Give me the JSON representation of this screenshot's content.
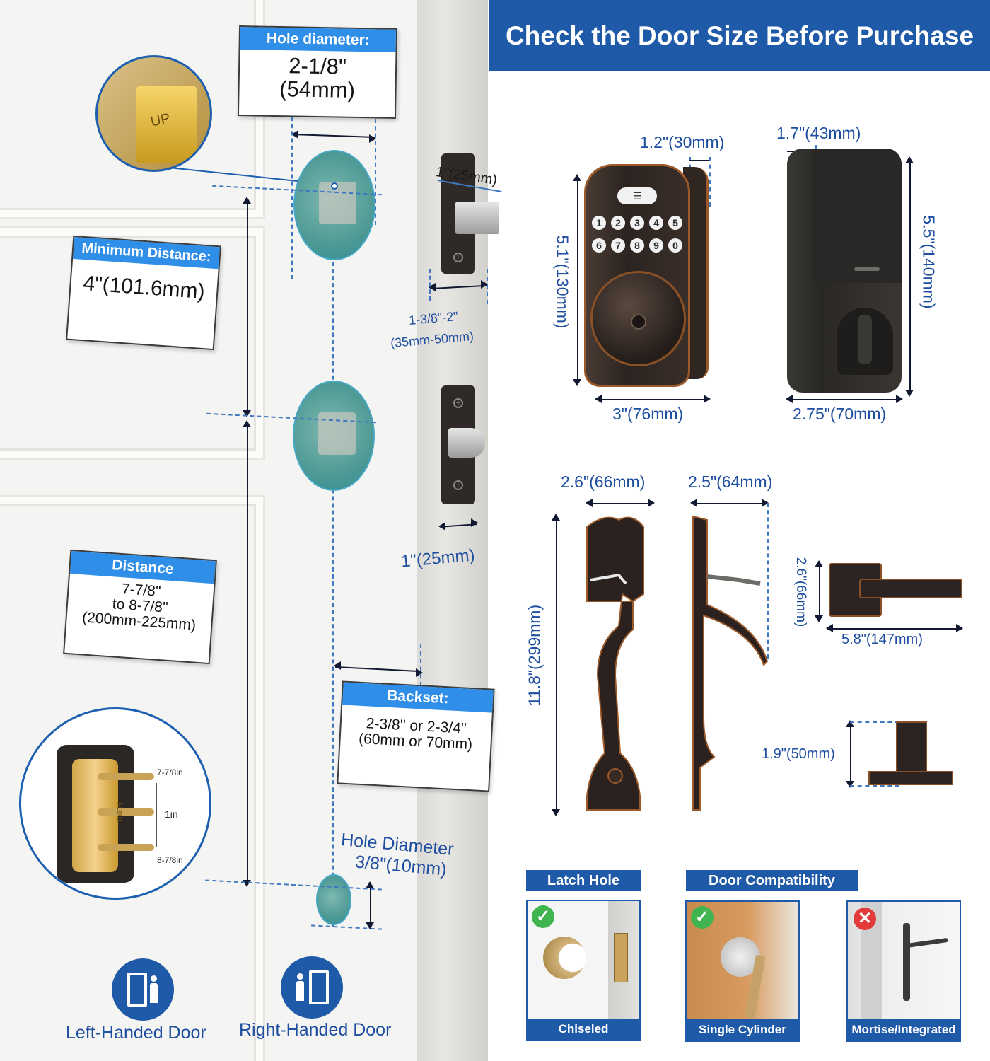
{
  "header": {
    "title": "Check the Door Size Before Purchase"
  },
  "door_diagram": {
    "hole_diameter": {
      "label": "Hole diameter:",
      "value_imperial": "2-1/8\"",
      "value_metric": "(54mm)"
    },
    "minimum_distance": {
      "label": "Minimum Distance:",
      "value": "4\"(101.6mm)"
    },
    "distance": {
      "label": "Distance",
      "line1": "7-7/8\"",
      "line2": "to 8-7/8\"",
      "line3": "(200mm-225mm)"
    },
    "backset": {
      "label": "Backset:",
      "line1": "2-3/8'' or 2-3/4''",
      "line2": "(60mm or 70mm)"
    },
    "strike_width": "1\"(25mm)",
    "door_thickness_1": "1-3/8\"-2\"",
    "door_thickness_2": "(35mm-50mm)",
    "latch_width": "1\"(25mm)",
    "small_hole": {
      "line1": "Hole Diameter",
      "line2": "3/8\"(10mm)"
    },
    "zoom_up_text": "UP",
    "screw_zoom": {
      "top": "7-7/8in",
      "middle": "1in",
      "bottom": "8-7/8in",
      "part": "RE001"
    },
    "left_handed": "Left-Handed Door",
    "right_handed": "Right-Handed Door"
  },
  "keypad_dims": {
    "depth": "1.2\"(30mm)",
    "height": "5.1\"(130mm)",
    "width": "3\"(76mm)",
    "keys": [
      "1",
      "2",
      "3",
      "4",
      "5",
      "6",
      "7",
      "8",
      "9",
      "0"
    ]
  },
  "interior_dims": {
    "depth": "1.7\"(43mm)",
    "height": "5.5\"(140mm)",
    "width": "2.75\"(70mm)"
  },
  "handle_dims": {
    "front_width": "2.6\"(66mm)",
    "side_width": "2.5\"(64mm)",
    "height": "11.8\"(299mm)",
    "lever_height": "2.6\"(66mm)",
    "lever_length": "5.8\"(147mm)",
    "lever_projection": "1.9\"(50mm)"
  },
  "compatibility": {
    "latch_hole_title": "Latch Hole",
    "door_title": "Door Compatibility",
    "chiseled": "Chiseled",
    "single_cylinder": "Single Cylinder",
    "mortise": "Mortise/Integrated"
  },
  "colors": {
    "brand_blue": "#1f5aa8",
    "label_blue": "#2f8ee8",
    "ok_green": "#3fb44f",
    "no_red": "#e23a3a"
  }
}
